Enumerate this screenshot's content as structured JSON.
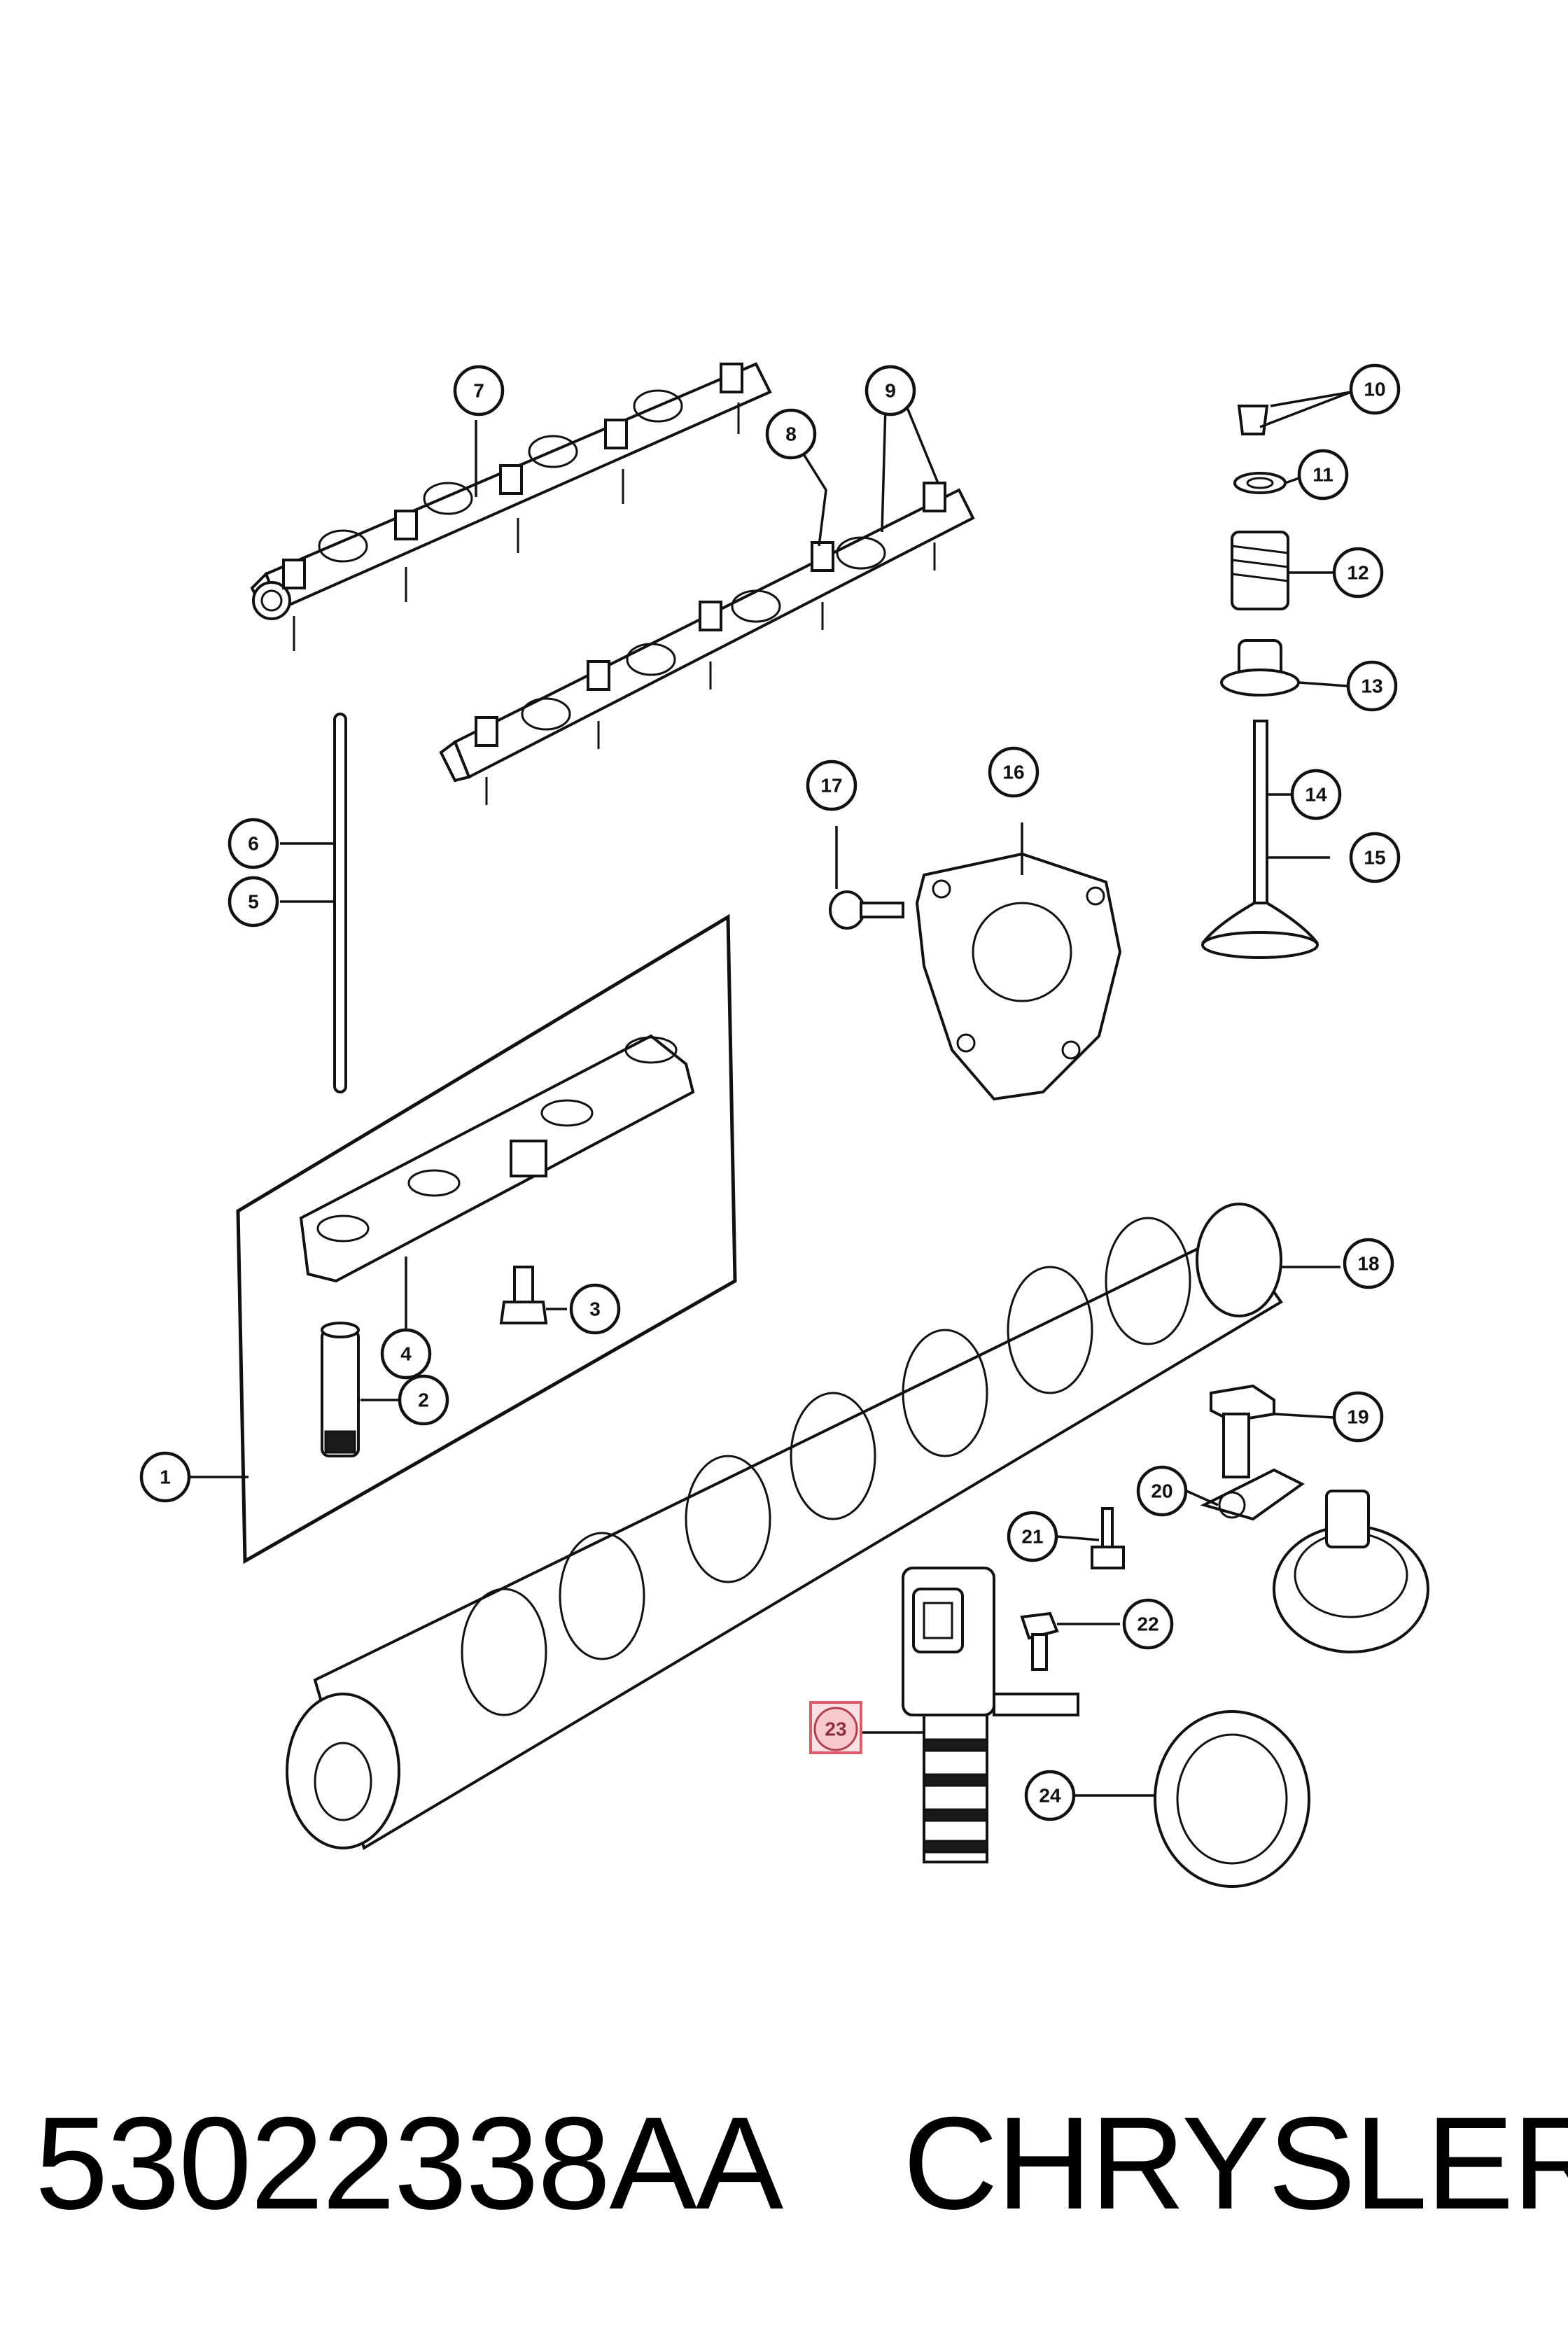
{
  "callouts": [
    {
      "id": "c1",
      "label": "1"
    },
    {
      "id": "c2",
      "label": "2"
    },
    {
      "id": "c3",
      "label": "3"
    },
    {
      "id": "c4",
      "label": "4"
    },
    {
      "id": "c5",
      "label": "5"
    },
    {
      "id": "c6",
      "label": "6"
    },
    {
      "id": "c7",
      "label": "7"
    },
    {
      "id": "c8",
      "label": "8"
    },
    {
      "id": "c9",
      "label": "9"
    },
    {
      "id": "c10",
      "label": "10"
    },
    {
      "id": "c11",
      "label": "11"
    },
    {
      "id": "c12",
      "label": "12"
    },
    {
      "id": "c13",
      "label": "13"
    },
    {
      "id": "c14",
      "label": "14"
    },
    {
      "id": "c15",
      "label": "15"
    },
    {
      "id": "c16",
      "label": "16"
    },
    {
      "id": "c17",
      "label": "17"
    },
    {
      "id": "c18",
      "label": "18"
    },
    {
      "id": "c19",
      "label": "19"
    },
    {
      "id": "c20",
      "label": "20"
    },
    {
      "id": "c21",
      "label": "21"
    },
    {
      "id": "c22",
      "label": "22"
    },
    {
      "id": "c23",
      "label": "23"
    },
    {
      "id": "c24",
      "label": "24"
    }
  ],
  "highlight": {
    "label": "23",
    "color": "#e05a6a"
  },
  "footer": {
    "part_number": "53022338AA",
    "brand": "CHRYSLER"
  }
}
